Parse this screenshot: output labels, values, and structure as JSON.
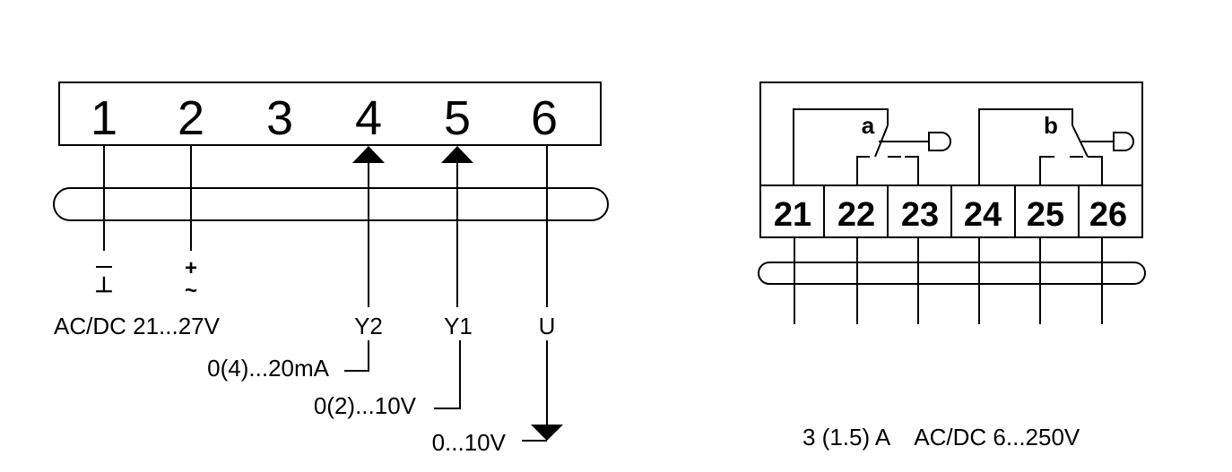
{
  "left_block": {
    "terminals": [
      "1",
      "2",
      "3",
      "4",
      "5",
      "6"
    ],
    "polarity_minus": "⊥",
    "polarity_plus": "+",
    "polarity_tilde": "~",
    "supply_label": "AC/DC 21...27V",
    "y2_label": "Y2",
    "y1_label": "Y1",
    "u_label": "U",
    "y2_range": "0(4)...20mA",
    "y1_range": "0(2)...10V",
    "u_range": "0...10V"
  },
  "right_block": {
    "terminals": [
      "21",
      "22",
      "23",
      "24",
      "25",
      "26"
    ],
    "relay_a": "a",
    "relay_b": "b",
    "rating": "3 (1.5) A    AC/DC 6...250V"
  }
}
